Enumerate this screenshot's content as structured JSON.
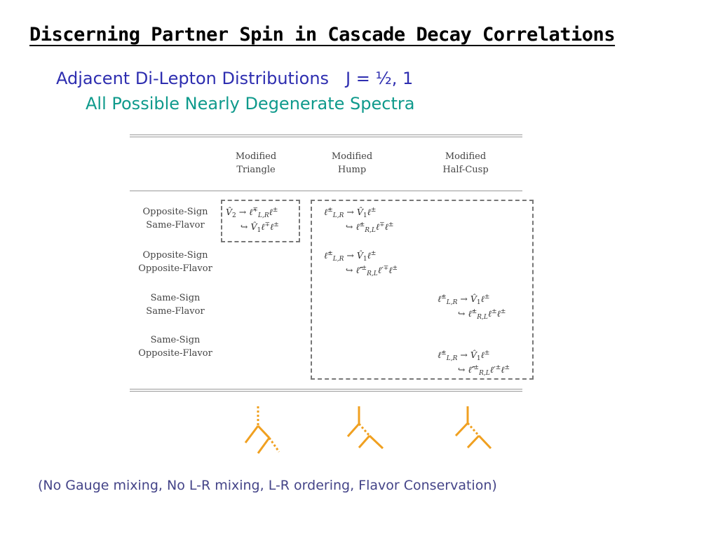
{
  "title": "Discerning Partner Spin in Cascade Decay Correlations",
  "subtitle": {
    "line1_a": "Adjacent Di-Lepton Distributions",
    "line1_b": "J = ½, 1",
    "line2": "All Possible Nearly Degenerate Spectra"
  },
  "table": {
    "columns": [
      {
        "line1": "Modified",
        "line2": "Triangle"
      },
      {
        "line1": "Modified",
        "line2": "Hump"
      },
      {
        "line1": "Modified",
        "line2": "Half-Cusp"
      }
    ],
    "rows": [
      {
        "line1": "Opposite-Sign",
        "line2": "Same-Flavor"
      },
      {
        "line1": "Opposite-Sign",
        "line2": "Opposite-Flavor"
      },
      {
        "line1": "Same-Sign",
        "line2": "Same-Flavor"
      },
      {
        "line1": "Same-Sign",
        "line2": "Opposite-Flavor"
      }
    ],
    "cells": {
      "os_sf_triangle": {
        "base1": "V̂",
        "sub1": "2",
        "arrow1": "→",
        "base2": "ℓ̂",
        "sup2": "∓",
        "sub2": "L,R",
        "base3": "ℓ",
        "sup3": "±",
        "hook": "↪",
        "base4": "V̂",
        "sub4": "1",
        "base5": "ℓ",
        "sup5": "∓",
        "base6": "ℓ",
        "sup6": "±"
      },
      "os_sf_hump": {
        "base1": "ℓ̂",
        "sup1": "±",
        "sub1": "L,R",
        "arrow1": "→",
        "base2": "V̂",
        "sub2": "1",
        "base3": "ℓ",
        "sup3": "±",
        "hook": "↪",
        "base4": "ℓ̂",
        "sup4": "±",
        "sub4": "R,L",
        "base5": "ℓ",
        "sup5": "∓",
        "base6": "ℓ",
        "sup6": "±"
      },
      "os_of_hump": {
        "base1": "ℓ̂",
        "sup1": "±",
        "sub1": "L,R",
        "arrow1": "→",
        "base2": "V̂",
        "sub2": "1",
        "base3": "ℓ",
        "sup3": "±",
        "hook": "↪",
        "base4": "ℓ̂′",
        "sup4": "±",
        "sub4": "R,L",
        "base5": "ℓ′",
        "sup5": "∓",
        "base6": "ℓ",
        "sup6": "±"
      },
      "ss_sf_cusp": {
        "base1": "ℓ̂",
        "sup1": "±",
        "sub1": "L,R",
        "arrow1": "→",
        "base2": "V̂",
        "sub2": "1",
        "base3": "ℓ",
        "sup3": "±",
        "hook": "↪",
        "base4": "ℓ̂",
        "sup4": "±",
        "sub4": "R,L",
        "base5": "ℓ",
        "sup5": "±",
        "base6": "ℓ",
        "sup6": "±"
      },
      "ss_of_cusp": {
        "base1": "ℓ̂",
        "sup1": "±",
        "sub1": "L,R",
        "arrow1": "→",
        "base2": "V̂",
        "sub2": "1",
        "base3": "ℓ",
        "sup3": "±",
        "hook": "↪",
        "base4": "ℓ̂′",
        "sup4": "±",
        "sub4": "R,L",
        "base5": "ℓ′",
        "sup5": "±",
        "base6": "ℓ",
        "sup6": "±"
      }
    }
  },
  "diagrams": [
    {
      "icon": "cascade-diagram-triangle-icon"
    },
    {
      "icon": "cascade-diagram-hump-icon"
    },
    {
      "icon": "cascade-diagram-half-cusp-icon"
    }
  ],
  "colors": {
    "subtitle1": "#2e2eb0",
    "subtitle2": "#0f9a8c",
    "diagram": "#f0a020",
    "footer": "#444488"
  },
  "footer": "(No Gauge mixing, No L-R mixing, L-R ordering, Flavor Conservation)"
}
